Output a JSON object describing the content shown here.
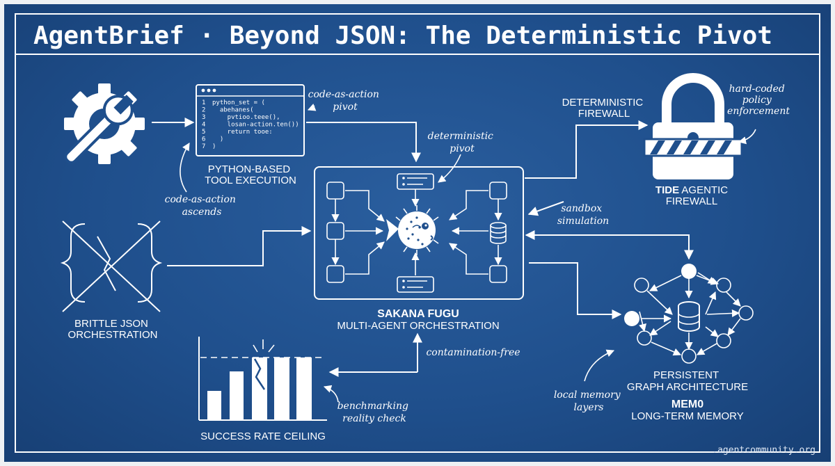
{
  "title": "AgentBrief · Beyond JSON: The Deterministic Pivot",
  "footer": ".agentcommunity.org",
  "code_snippet": {
    "lines": [
      {
        "num": "1",
        "text": "python_set = ("
      },
      {
        "num": "2",
        "text": "  abehanes("
      },
      {
        "num": "3",
        "text": "    pvtioo.teee(),"
      },
      {
        "num": "4",
        "text": "    losan-action.ten())"
      },
      {
        "num": "5",
        "text": "    return tooe:"
      },
      {
        "num": "6",
        "text": "  )"
      },
      {
        "num": "7",
        "text": ")"
      }
    ]
  },
  "labels": {
    "python_exec": [
      "PYTHON-BASED",
      "TOOL EXECUTION"
    ],
    "brittle_json": [
      "BRITTLE JSON",
      "ORCHESTRATION"
    ],
    "fugu_title": "SAKANA FUGU",
    "fugu_sub": "MULTI-AGENT ORCHESTRATION",
    "firewall_top": [
      "DETERMINISTIC",
      "FIREWALL"
    ],
    "tide_bold": "TIDE",
    "tide_rest": " AGENTIC",
    "tide_line2": "FIREWALL",
    "graph": [
      "PERSISTENT",
      "GRAPH ARCHITECTURE"
    ],
    "mem0_bold": "MEM0",
    "mem0_sub": "LONG-TERM MEMORY",
    "success": "SUCCESS RATE CEILING"
  },
  "notes": {
    "code_as_action_pivot": [
      "code-as-action",
      "pivot"
    ],
    "deterministic_pivot": [
      "deterministic",
      "pivot"
    ],
    "code_as_action_ascends": [
      "code-as-action",
      "ascends"
    ],
    "hard_coded": [
      "hard-coded",
      "policy",
      "enforcement"
    ],
    "sandbox": [
      "sandbox",
      "simulation"
    ],
    "contamination": "contamination-free",
    "benchmarking": [
      "benchmarking",
      "reality check"
    ],
    "local_memory": [
      "local memory",
      "layers"
    ]
  },
  "colors": {
    "background": "#1f4f8c",
    "ink": "#ffffff"
  },
  "icons": [
    "gear-wrench-icon",
    "broken-braces-icon",
    "pufferfish-icon",
    "padlock-icon",
    "database-icon",
    "bar-chart-icon"
  ]
}
